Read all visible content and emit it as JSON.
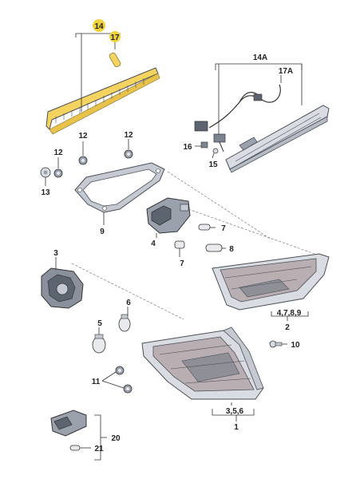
{
  "callouts": {
    "c14": "14",
    "c17": "17",
    "c14a": "14A",
    "c17a": "17A",
    "c16": "16",
    "c15": "15",
    "c12a": "12",
    "c12b": "12",
    "c12c": "12",
    "c13": "13",
    "c9": "9",
    "c4": "4",
    "c7a": "7",
    "c7b": "7",
    "c8": "8",
    "c3": "3",
    "c6": "6",
    "c5": "5",
    "c2": "2",
    "c2sub": "4,7,8,9",
    "c10": "10",
    "c11": "11",
    "c1": "1",
    "c1sub": "3,5,6",
    "c20": "20",
    "c21": "21"
  },
  "colors": {
    "highlight": "#f2d23a",
    "part_fill": "#e8eaee",
    "part_dark": "#5c6470",
    "lens_red": "#b9aeb2",
    "bracket_yellow": "#f4d35e"
  }
}
